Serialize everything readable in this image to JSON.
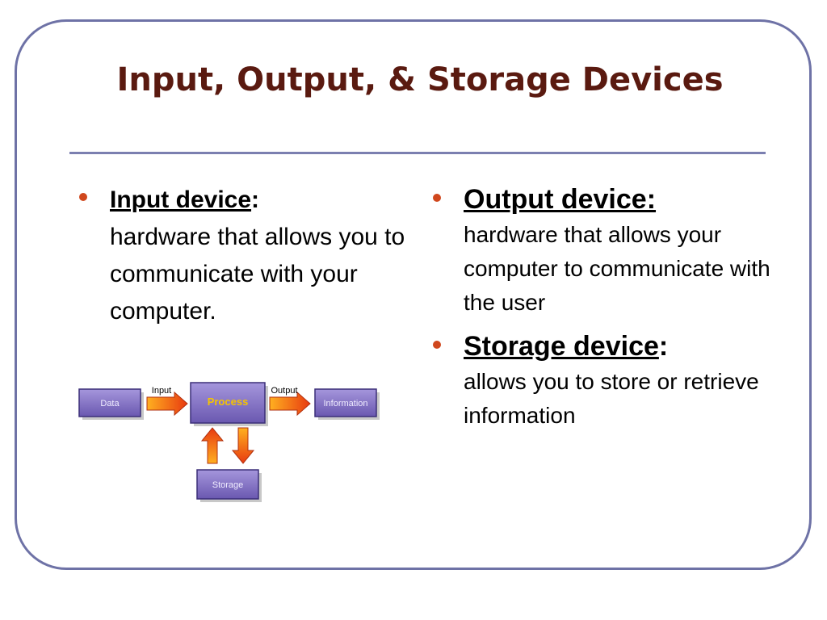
{
  "title": "Input, Output, & Storage Devices",
  "left_bullets": [
    {
      "term": "Input device",
      "colon": ":",
      "text": "hardware that allows you to communicate with your computer."
    }
  ],
  "right_bullets": [
    {
      "term": "Output device:",
      "colon": "",
      "text": "hardware that allows your computer to communicate with the user"
    },
    {
      "term": "Storage device",
      "colon": ":",
      "text": "allows you to store or retrieve information"
    }
  ],
  "diagram": {
    "data_label": "Data",
    "input_label": "Input",
    "process_label": "Process",
    "output_label": "Output",
    "information_label": "Information",
    "storage_label": "Storage"
  },
  "colors": {
    "title": "#5a1a10",
    "bullet": "#d0471d",
    "frame": "#6e72a6",
    "box": "#8a78c8",
    "process_text": "#f5c400"
  }
}
